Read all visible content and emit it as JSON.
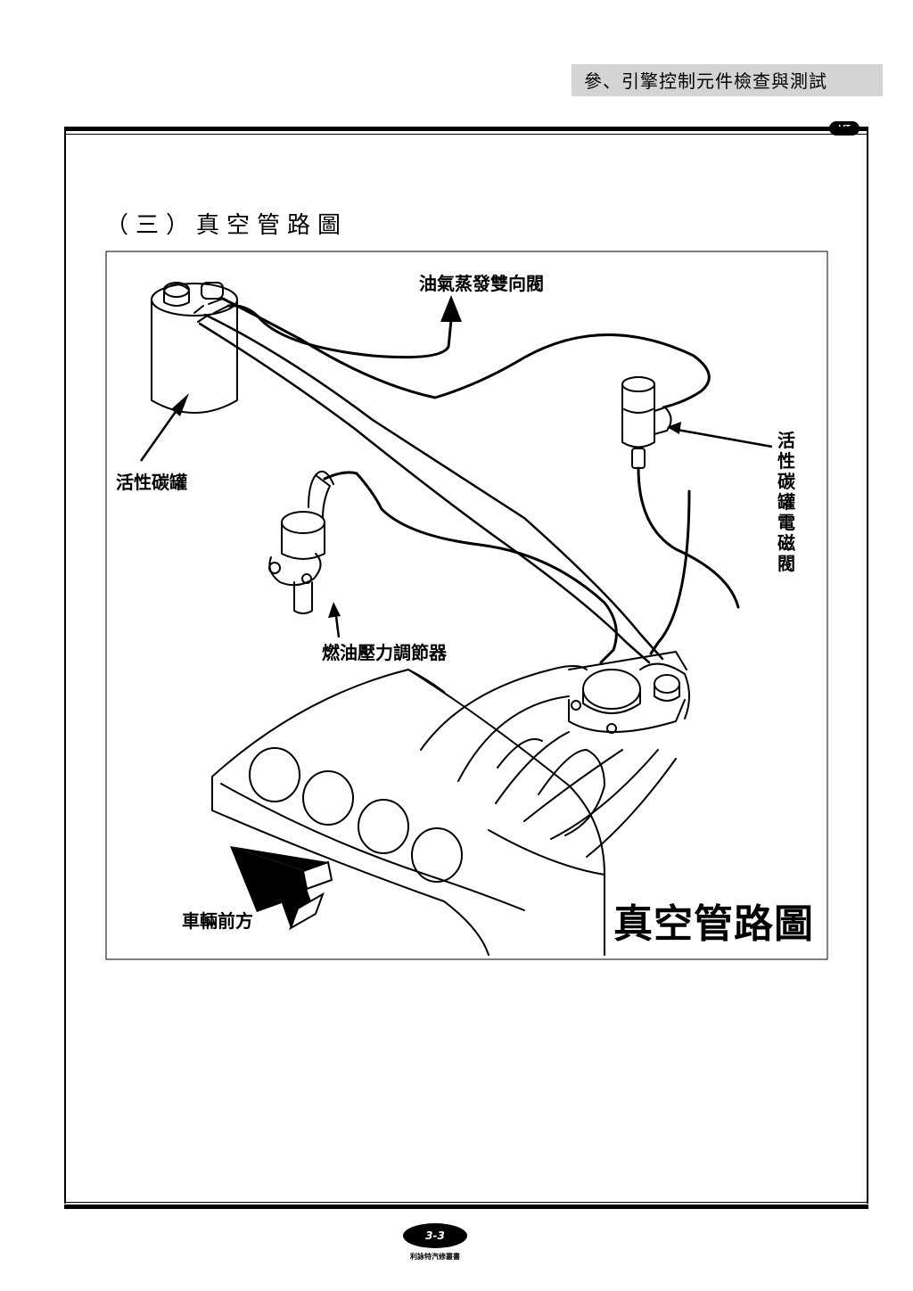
{
  "header": {
    "chapter_title": "參、引擎控制元件檢查與測試",
    "logo_text": "LIT"
  },
  "section": {
    "heading": "（三）真空管路圖"
  },
  "figure": {
    "title": "真空管路圖",
    "labels": {
      "purge_valve": "油氣蒸發雙向閥",
      "canister": "活性碳罐",
      "canister_solenoid": "活性碳罐電磁閥",
      "pressure_regulator": "燃油壓力調節器",
      "vehicle_front": "車輛前方"
    }
  },
  "footer": {
    "page_number": "3-3",
    "publisher": "利詠特汽修叢書"
  }
}
